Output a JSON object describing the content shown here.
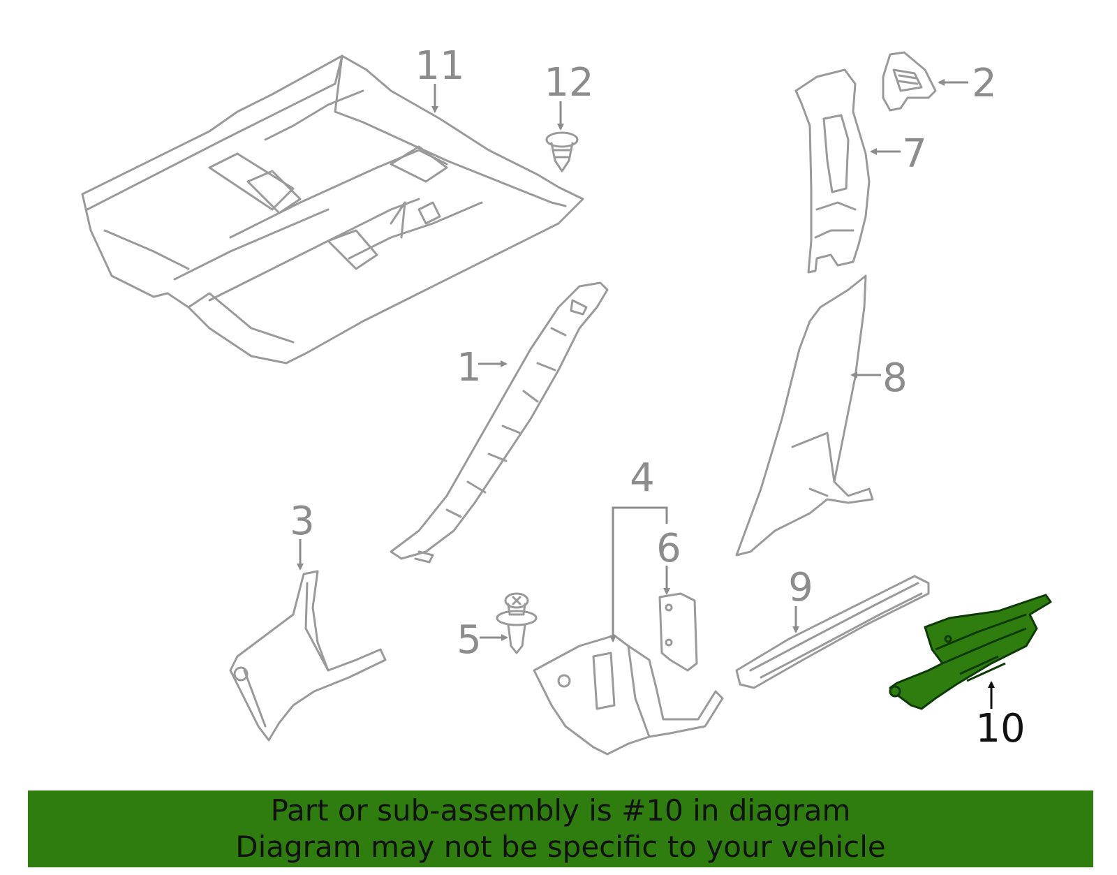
{
  "colors": {
    "part_line": "#9a9a9a",
    "callout_gray": "#8c8c8c",
    "highlight_fill": "#2e7d0e",
    "highlight_line": "#0d3a05",
    "banner_bg": "#2e7d0e",
    "banner_text": "#111111"
  },
  "callouts": {
    "c1": "1",
    "c2": "2",
    "c3": "3",
    "c4": "4",
    "c5": "5",
    "c6": "6",
    "c7": "7",
    "c8": "8",
    "c9": "9",
    "c10": "10",
    "c11": "11",
    "c12": "12"
  },
  "highlighted_part": "10",
  "banner": {
    "line1": "Part or sub-assembly is #10 in diagram",
    "line2": "Diagram may not be specific to your vehicle"
  }
}
